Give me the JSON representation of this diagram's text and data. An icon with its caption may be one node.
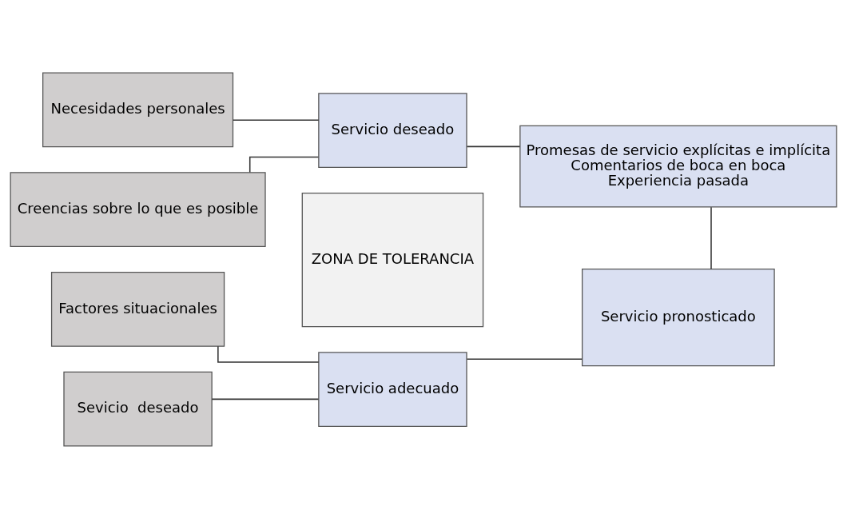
{
  "diagram": {
    "nodes": [
      {
        "text": [
          "Necesidades personales"
        ]
      },
      {
        "text": [
          "Creencias sobre lo que es posible"
        ]
      },
      {
        "text": [
          "Servicio deseado"
        ]
      },
      {
        "text": [
          "Promesas de servicio explícitas e implícita",
          "Comentarios de boca en boca",
          "Experiencia pasada"
        ]
      },
      {
        "text": [
          "ZONA DE TOLERANCIA"
        ]
      },
      {
        "text": [
          "Factores situacionales"
        ]
      },
      {
        "text": [
          "Sevicio  deseado"
        ]
      },
      {
        "text": [
          "Servicio adecuado"
        ]
      },
      {
        "text": [
          "Servicio pronosticado"
        ]
      }
    ],
    "edges": [
      {
        "from": 0,
        "to": 2,
        "arrow": "none"
      },
      {
        "from": 1,
        "to": 2,
        "arrow": "none"
      },
      {
        "from": 3,
        "to": 2,
        "arrow": "none"
      },
      {
        "from": 3,
        "to": 8,
        "arrow": "none"
      },
      {
        "from": 5,
        "to": 7,
        "arrow": "none"
      },
      {
        "from": 6,
        "to": 7,
        "arrow": "none"
      },
      {
        "from": 8,
        "to": 7,
        "arrow": "none"
      }
    ]
  }
}
